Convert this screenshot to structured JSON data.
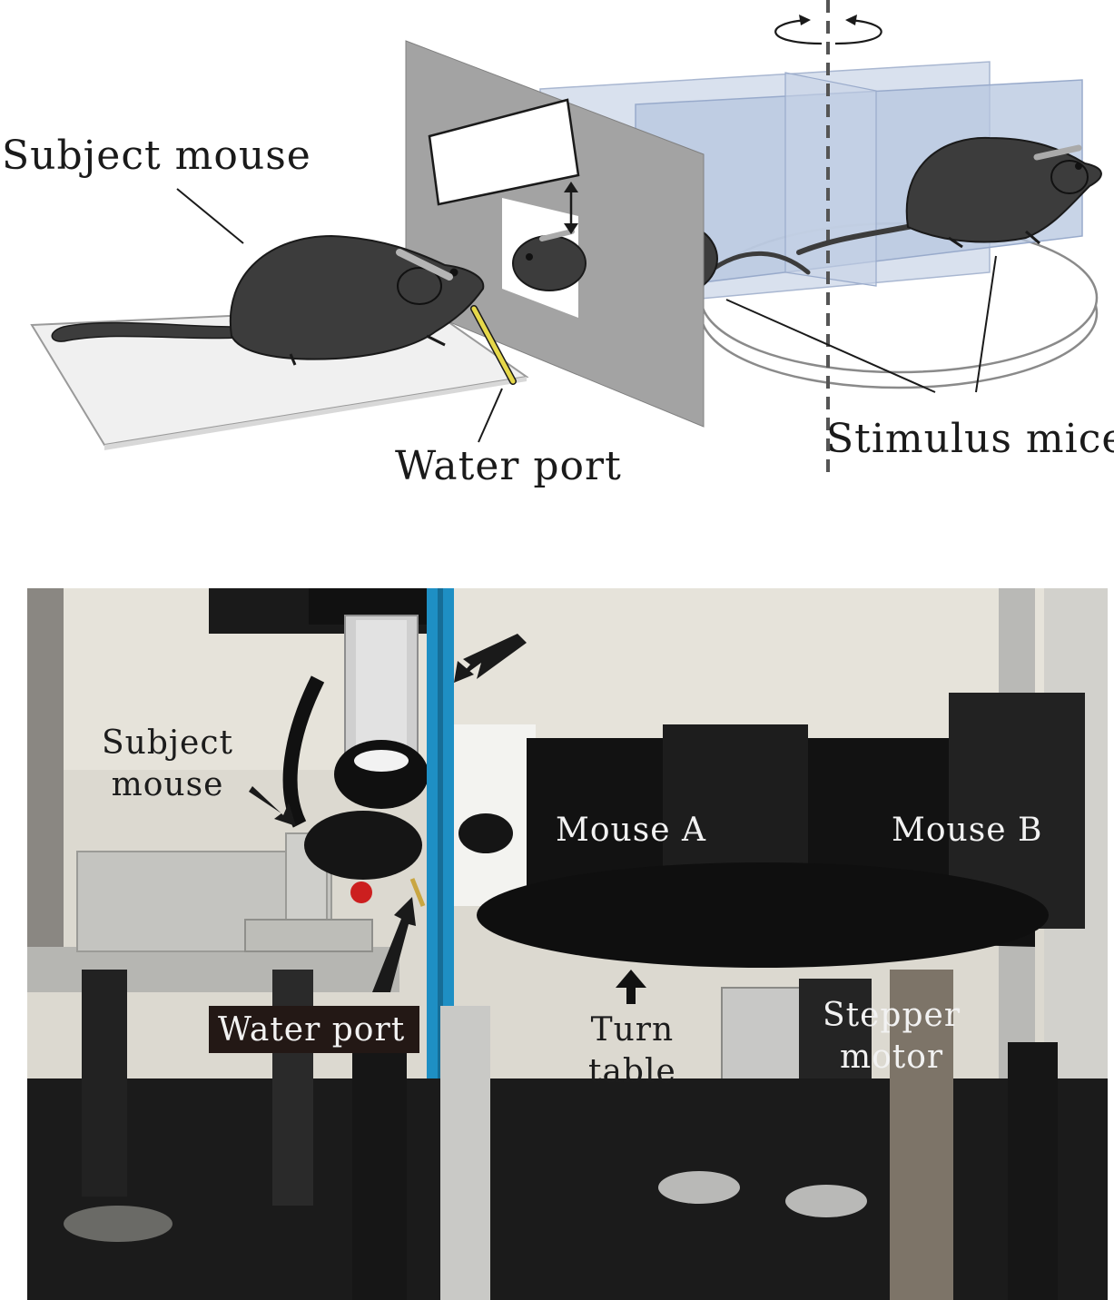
{
  "schematic": {
    "labels": {
      "subject_mouse": "Subject mouse",
      "water_port": "Water port",
      "stimulus_mice": "Stimulus mice"
    },
    "colors": {
      "mouse_fill": "#3c3c3c",
      "partition": "#9e9e9e",
      "compartment": "#b8c6de",
      "water_port": "#e6d84a",
      "floor": "#eeeeee"
    }
  },
  "photo": {
    "labels": {
      "subject_mouse_line1": "Subject",
      "subject_mouse_line2": "mouse",
      "mouse_a": "Mouse A",
      "mouse_b": "Mouse B",
      "water_port": "Water port",
      "turn_table_line1": "Turn",
      "turn_table_line2": "table",
      "stepper_motor_line1": "Stepper",
      "stepper_motor_line2": "motor"
    },
    "colors": {
      "blue_rail": "#1e8fc4",
      "turntable": "#1a1a1a",
      "background_wall": "#dedbd2",
      "optical_table": "#1b1b1b"
    }
  }
}
